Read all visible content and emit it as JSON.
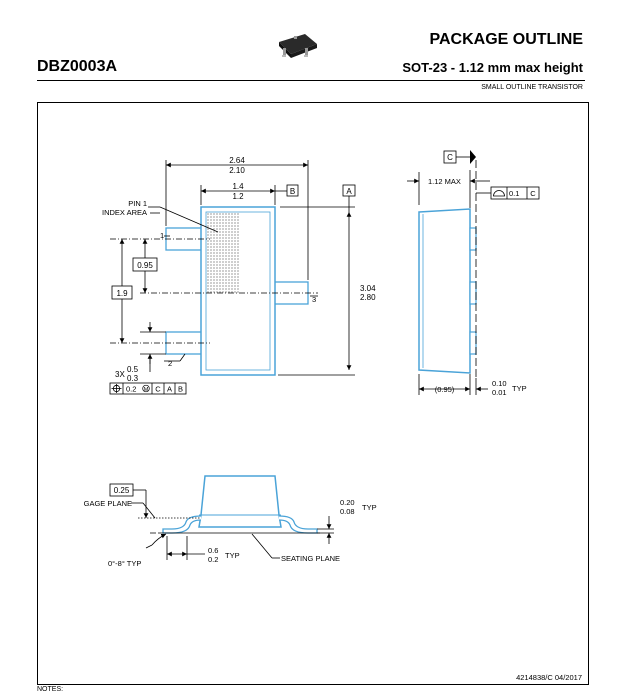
{
  "header": {
    "package_name": "DBZ0003A",
    "title": "PACKAGE OUTLINE",
    "subtitle": "SOT-23 - 1.12 mm max height",
    "package_type": "SMALL OUTLINE TRANSISTOR"
  },
  "footer": {
    "document_number": "4214838/C  04/2017",
    "notes_label": "NOTES:"
  },
  "top_view": {
    "dim_overall_width": [
      "2.64",
      "2.10"
    ],
    "dim_body_width": [
      "1.4",
      "1.2"
    ],
    "datum_b": "B",
    "datum_a": "A",
    "pin1_label": [
      "PIN 1",
      "INDEX AREA"
    ],
    "pin_numbers": [
      "1",
      "2",
      "3"
    ],
    "dim_pitch": "0.95",
    "dim_span": "1.9",
    "dim_length": [
      "3.04",
      "2.80"
    ],
    "dim_lead_width": [
      "0.5",
      "0.3"
    ],
    "lead_width_prefix": "3X",
    "fcf_position": [
      "0.2",
      "C",
      "A",
      "B"
    ]
  },
  "side_view": {
    "datum_c": "C",
    "dim_max_height": "1.12 MAX",
    "fcf_profile": [
      "0.1",
      "C"
    ],
    "dim_ref": "(0.95)",
    "dim_standoff": [
      "0.10",
      "0.01"
    ],
    "typ": "TYP"
  },
  "detail_view": {
    "gage_value": "0.25",
    "gage_plane": "GAGE PLANE",
    "angle": "0°-8° TYP",
    "dim_foot": [
      "0.6",
      "0.2"
    ],
    "seating_plane": "SEATING PLANE",
    "dim_lead_thickness": [
      "0.20",
      "0.08"
    ],
    "typ": "TYP"
  }
}
